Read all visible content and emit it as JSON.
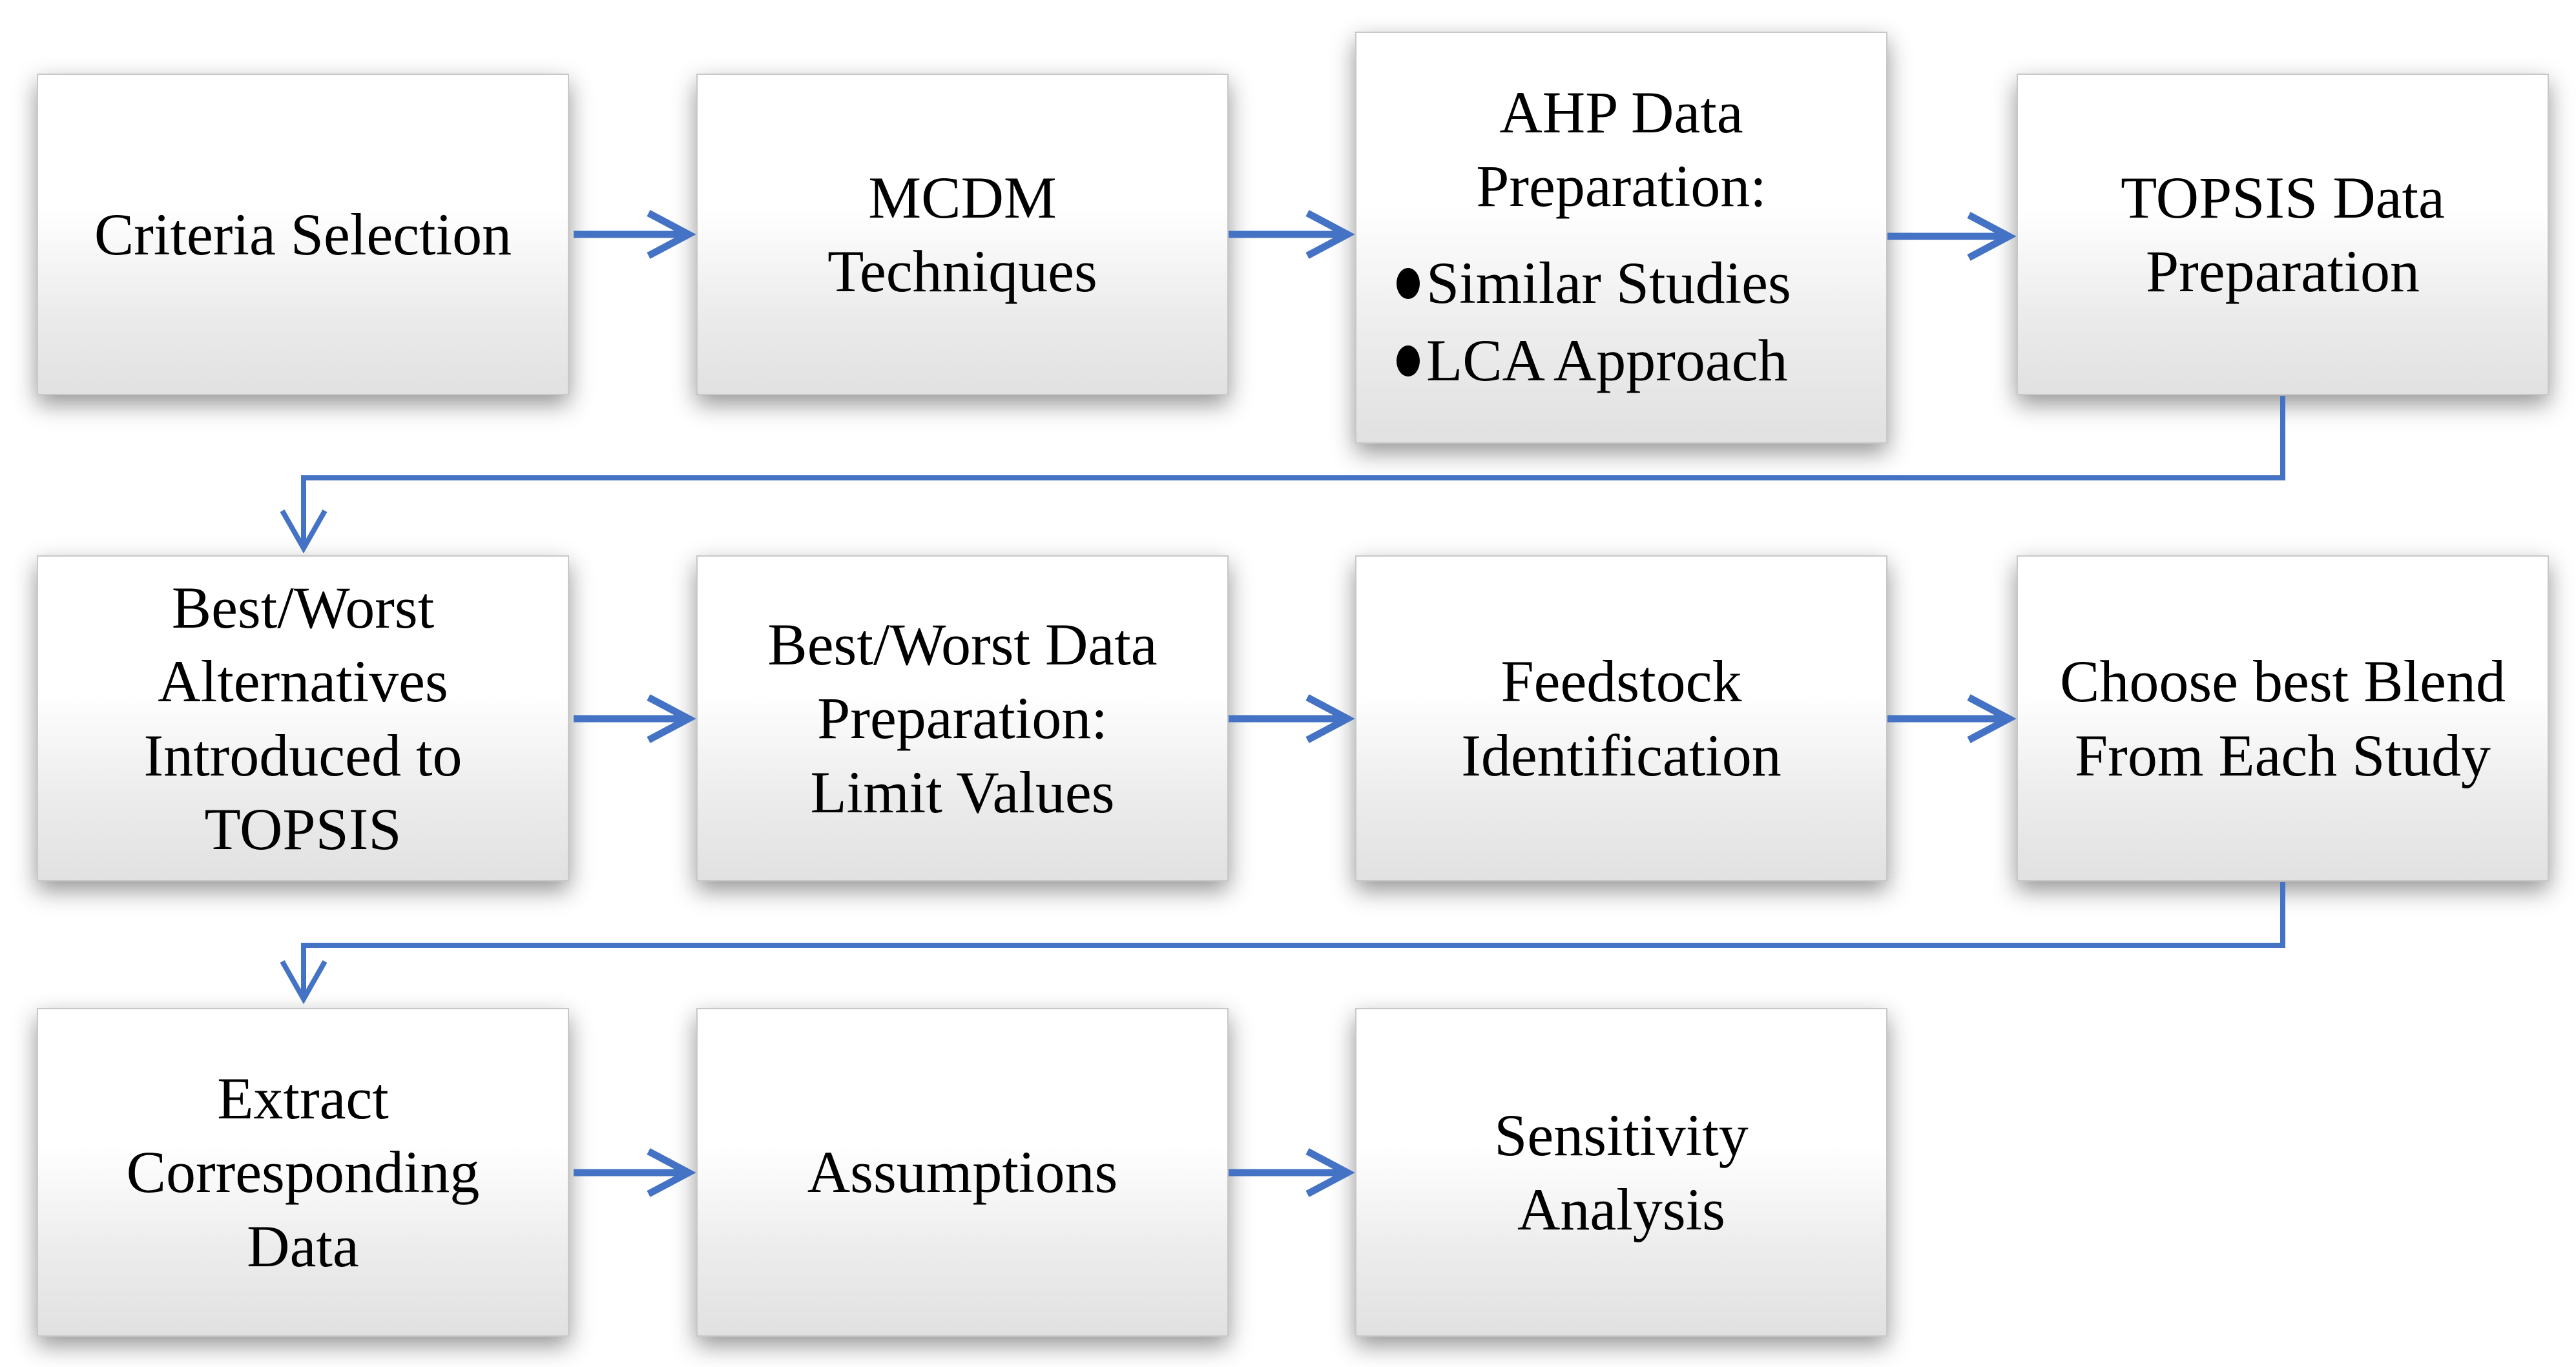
{
  "diagram": {
    "type": "flowchart",
    "background": "#ffffff"
  },
  "colors": {
    "arrow": "#4472C4",
    "text": "#000000",
    "box_fill_top": "#ffffff",
    "box_fill_bottom": "#e1e1e1",
    "box_border": "#c8c8c8"
  },
  "nodes": {
    "r1c1": {
      "label": "Criteria Selection"
    },
    "r1c2": {
      "label": "MCDM\nTechniques"
    },
    "r1c3": {
      "title": "AHP Data\nPreparation:",
      "bullets": [
        "Similar Studies",
        "LCA Approach"
      ]
    },
    "r1c4": {
      "label": "TOPSIS Data\nPreparation"
    },
    "r2c1": {
      "label": "Best/Worst\nAlternatives\nIntroduced to\nTOPSIS"
    },
    "r2c2": {
      "label": "Best/Worst Data\nPreparation:\nLimit Values"
    },
    "r2c3": {
      "label": "Feedstock\nIdentification"
    },
    "r2c4": {
      "label": "Choose best Blend\nFrom Each Study"
    },
    "r3c1": {
      "label": "Extract\nCorresponding\nData"
    },
    "r3c2": {
      "label": "Assumptions"
    },
    "r3c3": {
      "label": "Sensitivity\nAnalysis"
    }
  },
  "flow": [
    {
      "from": "r1c1",
      "to": "r1c2"
    },
    {
      "from": "r1c2",
      "to": "r1c3"
    },
    {
      "from": "r1c3",
      "to": "r1c4"
    },
    {
      "from": "r1c4",
      "to": "r2c1"
    },
    {
      "from": "r2c1",
      "to": "r2c2"
    },
    {
      "from": "r2c2",
      "to": "r2c3"
    },
    {
      "from": "r2c3",
      "to": "r2c4"
    },
    {
      "from": "r2c4",
      "to": "r3c1"
    },
    {
      "from": "r3c1",
      "to": "r3c2"
    },
    {
      "from": "r3c2",
      "to": "r3c3"
    }
  ]
}
